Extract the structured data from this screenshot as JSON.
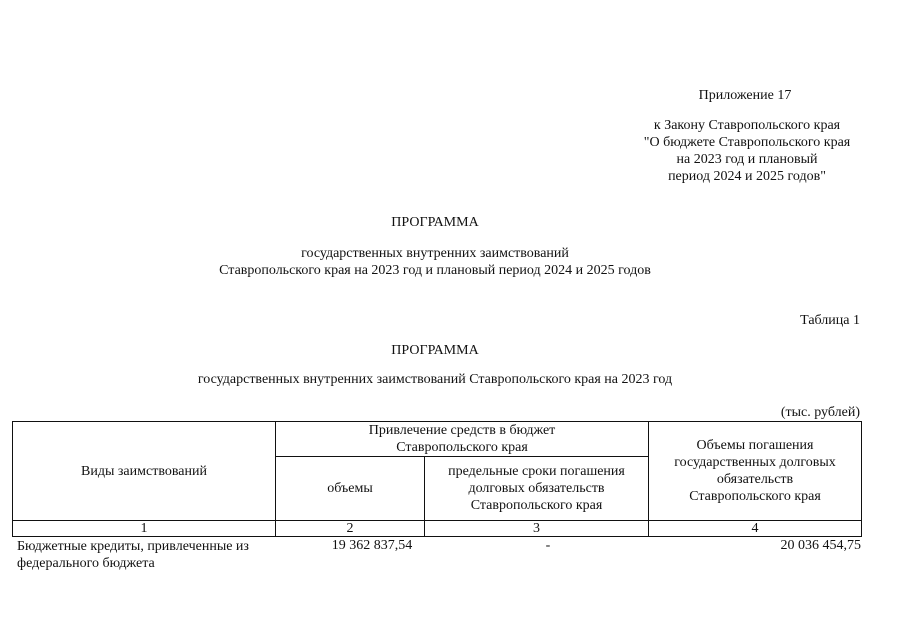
{
  "header": {
    "appendix": "Приложение 17",
    "law_lines": [
      "к Закону Ставропольского края",
      "\"О бюджете Ставропольского края",
      "на 2023 год и плановый",
      "период 2024 и 2025 годов\""
    ]
  },
  "program": {
    "title": "ПРОГРАММА",
    "subtitle_lines": [
      "государственных внутренних заимствований",
      "Ставропольского края на 2023 год и плановый период 2024 и 2025 годов"
    ]
  },
  "table1": {
    "label": "Таблица 1",
    "title": "ПРОГРАММА",
    "subtitle": "государственных внутренних заимствований Ставропольского края на 2023 год",
    "units": "(тыс. рублей)",
    "headers": {
      "types": "Виды заимствований",
      "attraction": "Привлечение средств в бюджет Ставропольского края",
      "volumes": "объемы",
      "terms": "предельные сроки погашения долговых обязательств Ставропольского края",
      "repayment": "Объемы погашения государственных долговых обязательств Ставропольского края"
    },
    "column_numbers": [
      "1",
      "2",
      "3",
      "4"
    ],
    "rows": [
      {
        "name": "Бюджетные кредиты, привлеченные из федерального бюджета",
        "volume": "19 362 837,54",
        "term": "-",
        "repayment": "20 036 454,75"
      }
    ]
  }
}
